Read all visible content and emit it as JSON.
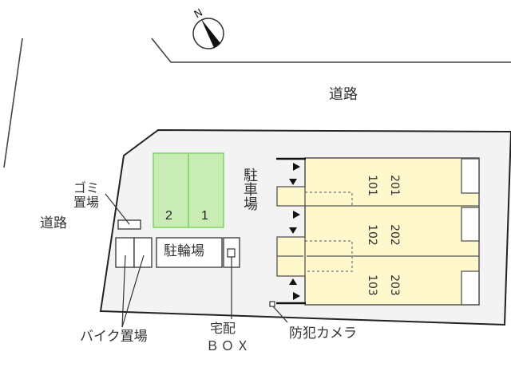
{
  "compass": {
    "label": "N",
    "icon": "north-arrow-icon"
  },
  "roads": {
    "top_label": "道路",
    "left_label": "道路"
  },
  "parking": {
    "label": "駐車場",
    "spaces": [
      {
        "number": "2"
      },
      {
        "number": "1"
      }
    ],
    "fill_color": "#c8ecb4",
    "border_color": "#7dd46a"
  },
  "building": {
    "fill_color": "#fff8cc",
    "units": [
      {
        "upper": "201",
        "lower": "101"
      },
      {
        "upper": "202",
        "lower": "102"
      },
      {
        "upper": "203",
        "lower": "103"
      }
    ]
  },
  "facilities": {
    "garbage_label": "ゴミ\n置場",
    "garbage_line1": "ゴミ",
    "garbage_line2": "置場",
    "bicycle_parking": "駐輪場",
    "motorcycle_parking": "バイク置場",
    "delivery_box_line1": "宅配",
    "delivery_box_line2": "ＢＯＸ",
    "security_camera": "防犯カメラ"
  },
  "colors": {
    "site_fill": "#f3f3f3",
    "line": "#333333"
  }
}
